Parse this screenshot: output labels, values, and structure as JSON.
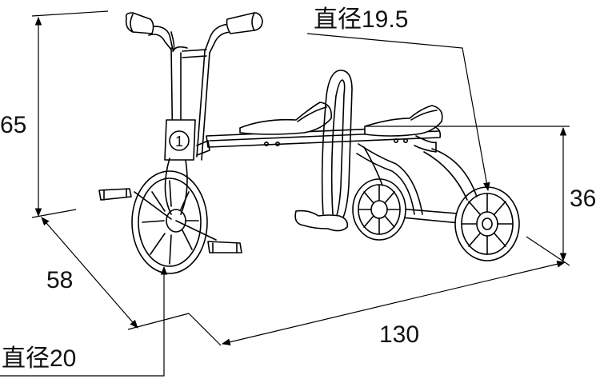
{
  "dimensions": {
    "height": "65",
    "depth": "58",
    "length": "130",
    "seat_height": "36",
    "rear_wheel_diameter": "直径19.5",
    "front_wheel_diameter": "直径20"
  },
  "frame_badge": "1"
}
